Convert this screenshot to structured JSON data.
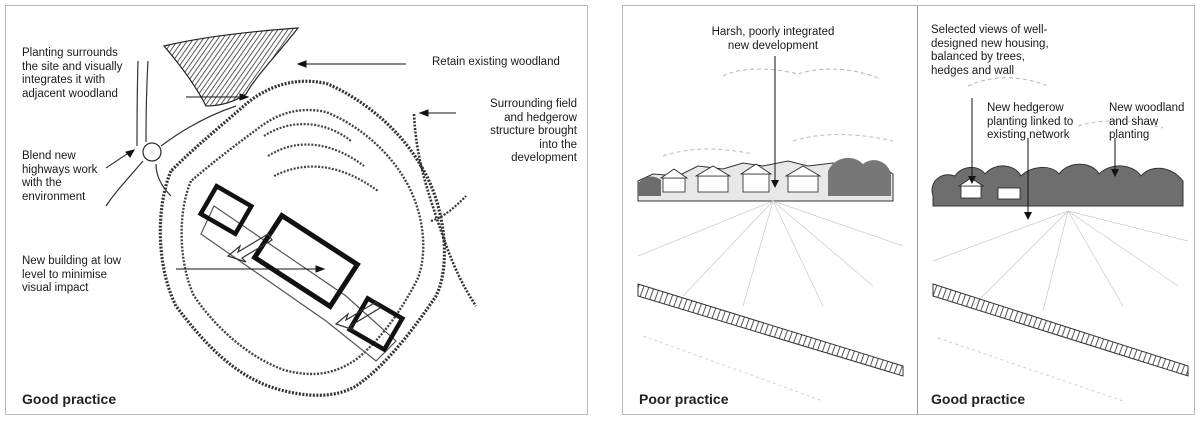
{
  "left_panel": {
    "labels": {
      "planting": "Planting surrounds\nthe site and visually\nintegrates it with\nadjacent woodland",
      "highways": "Blend new\nhighways work\nwith the\nenvironment",
      "building": "New building at low\nlevel to minimise\nvisual impact",
      "woodland": "Retain existing woodland",
      "hedgerow": "Surrounding field\nand hedgerow\nstructure brought\ninto the\ndevelopment"
    },
    "caption": "Good practice"
  },
  "right_panel": {
    "poor": {
      "label": "Harsh, poorly integrated\nnew development",
      "caption": "Poor practice"
    },
    "good": {
      "label_views": "Selected views of well-\ndesigned new housing,\nbalanced by trees,\nhedges and wall",
      "label_hedgerow": "New hedgerow\nplanting linked to\nexisting network",
      "label_woodland": "New woodland\nand shaw\nplanting",
      "caption": "Good practice"
    }
  }
}
